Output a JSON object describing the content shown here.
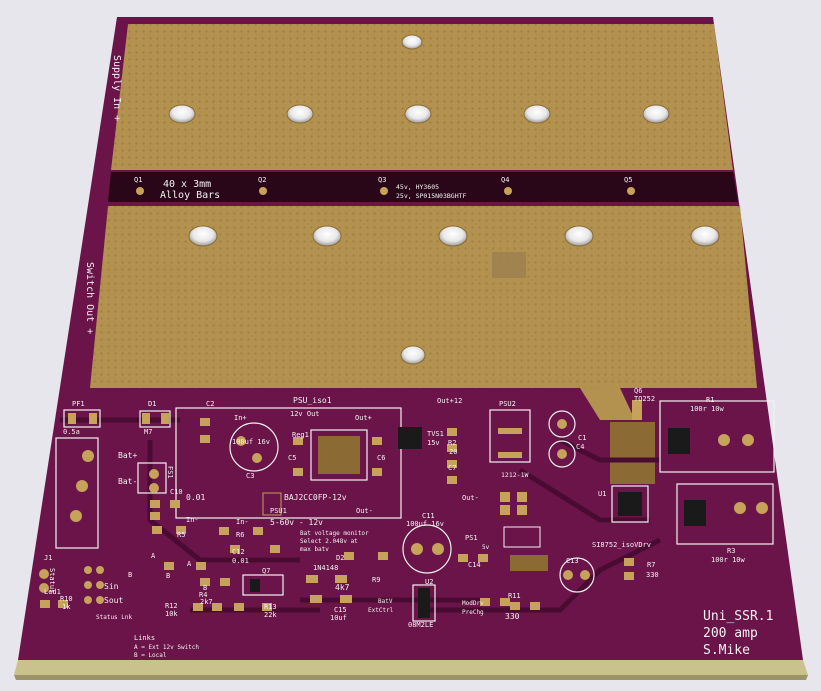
{
  "board": {
    "colors": {
      "background": "#e6e6ec",
      "soldermask": "#6a1449",
      "soldermask_dark": "#4a0b32",
      "copper_pour": "#b3914f",
      "copper_dark": "#8c6a33",
      "pad": "#c6a25a",
      "silkscreen": "#f2f2f2",
      "board_edge": "#c9c28d"
    },
    "heatsink_band": {
      "transistors": [
        "Q1",
        "Q2",
        "Q3",
        "Q4",
        "Q5"
      ],
      "bar_note_line1": "40 x 3mm",
      "bar_note_line2": "Alloy Bars",
      "mosfet_note_line1": "45v, HY3605",
      "mosfet_note_line2": "25v, SP015N03BGHTF"
    },
    "side_labels": {
      "supply_in": "Supply In +",
      "switch_out": "Switch Out +"
    },
    "labels": {
      "pf1": "PF1",
      "pf1_value": "0.5a",
      "d1": "D1",
      "d1_value": "M7",
      "c2": "C2",
      "psu_iso1": "PSU_iso1",
      "out_12": "Out+12",
      "psu2": "PSU2",
      "q6": "Q6",
      "q6_package": "TO252",
      "r1": "R1",
      "r1_value": "100r 10w",
      "in_plus": "In+",
      "out_12v": "12v Out",
      "out_plus": "Out+",
      "reg1": "Reg1",
      "c3_value": "100uf 16v",
      "c3": "C3",
      "c5": "C5",
      "c6": "C6",
      "tvs1": "TVS1",
      "tvs1_value": "15v",
      "r2": "R2",
      "r2_value": "20",
      "c7": "C7",
      "c1": "C1",
      "c4": "C4",
      "psu2_part": "1212-1W",
      "bat_plus": "Bat+",
      "bat_minus": "Bat-",
      "fs1": "FS1",
      "c10": "C10",
      "c10_value": "0.01",
      "reg_part": "BAJ2CC0FP-12v",
      "psu_lbl": "PSU1",
      "in_minus": "In-",
      "out_minus": "Out-",
      "out_minus2": "Out-",
      "range": "5-60v - 12v",
      "c11": "C11",
      "c11_value": "100uf 16v",
      "u1": "U1",
      "u1_part": "SI8752_isoVDrv",
      "r3": "R3",
      "r3_value": "100r 10w",
      "r5": "R5",
      "r6": "R6",
      "monitor_line1": "Bat voltage monitor",
      "monitor_line2": "Select 2.048v at",
      "monitor_line3": "max batv",
      "ps1": "PS1",
      "ps1_value": "5v",
      "c13": "C13",
      "r7": "R7",
      "r7_value": "330",
      "c12": "C12",
      "c12_value": "0.01",
      "d2": "D2",
      "d2_part": "1N4148",
      "c14": "C14",
      "q7": "Q7",
      "j1": "J1",
      "status": "Status",
      "led1": "Led1",
      "r10": "R10",
      "r10_value": "1k",
      "link_a1": "A",
      "link_b1": "B",
      "link_a2": "A",
      "link_b2": "B",
      "link_b3": "B",
      "sin": "Sin",
      "sout": "Sout",
      "status_lnk": "Status Lnk",
      "r4": "R4",
      "r4_value": "2k7",
      "r12": "R12",
      "r12_value": "10k",
      "r13": "R13",
      "r13_value": "22k",
      "r9": "R9",
      "r9_value": "4k7",
      "c15": "C15",
      "c15_value": "10uf",
      "u2": "U2",
      "u2_part": "08M2LE",
      "batv": "BatV",
      "extctrl": "ExtCtrl",
      "moddrv": "ModDrv",
      "prechg": "PreChg",
      "r11": "R11",
      "r11_value": "330",
      "links_title": "Links",
      "links_a": "A = Ext 12v Switch",
      "links_b": "B = Local",
      "title_line1": "Uni_SSR.1",
      "title_line2": "200 amp",
      "title_line3": "S.Mike"
    }
  }
}
